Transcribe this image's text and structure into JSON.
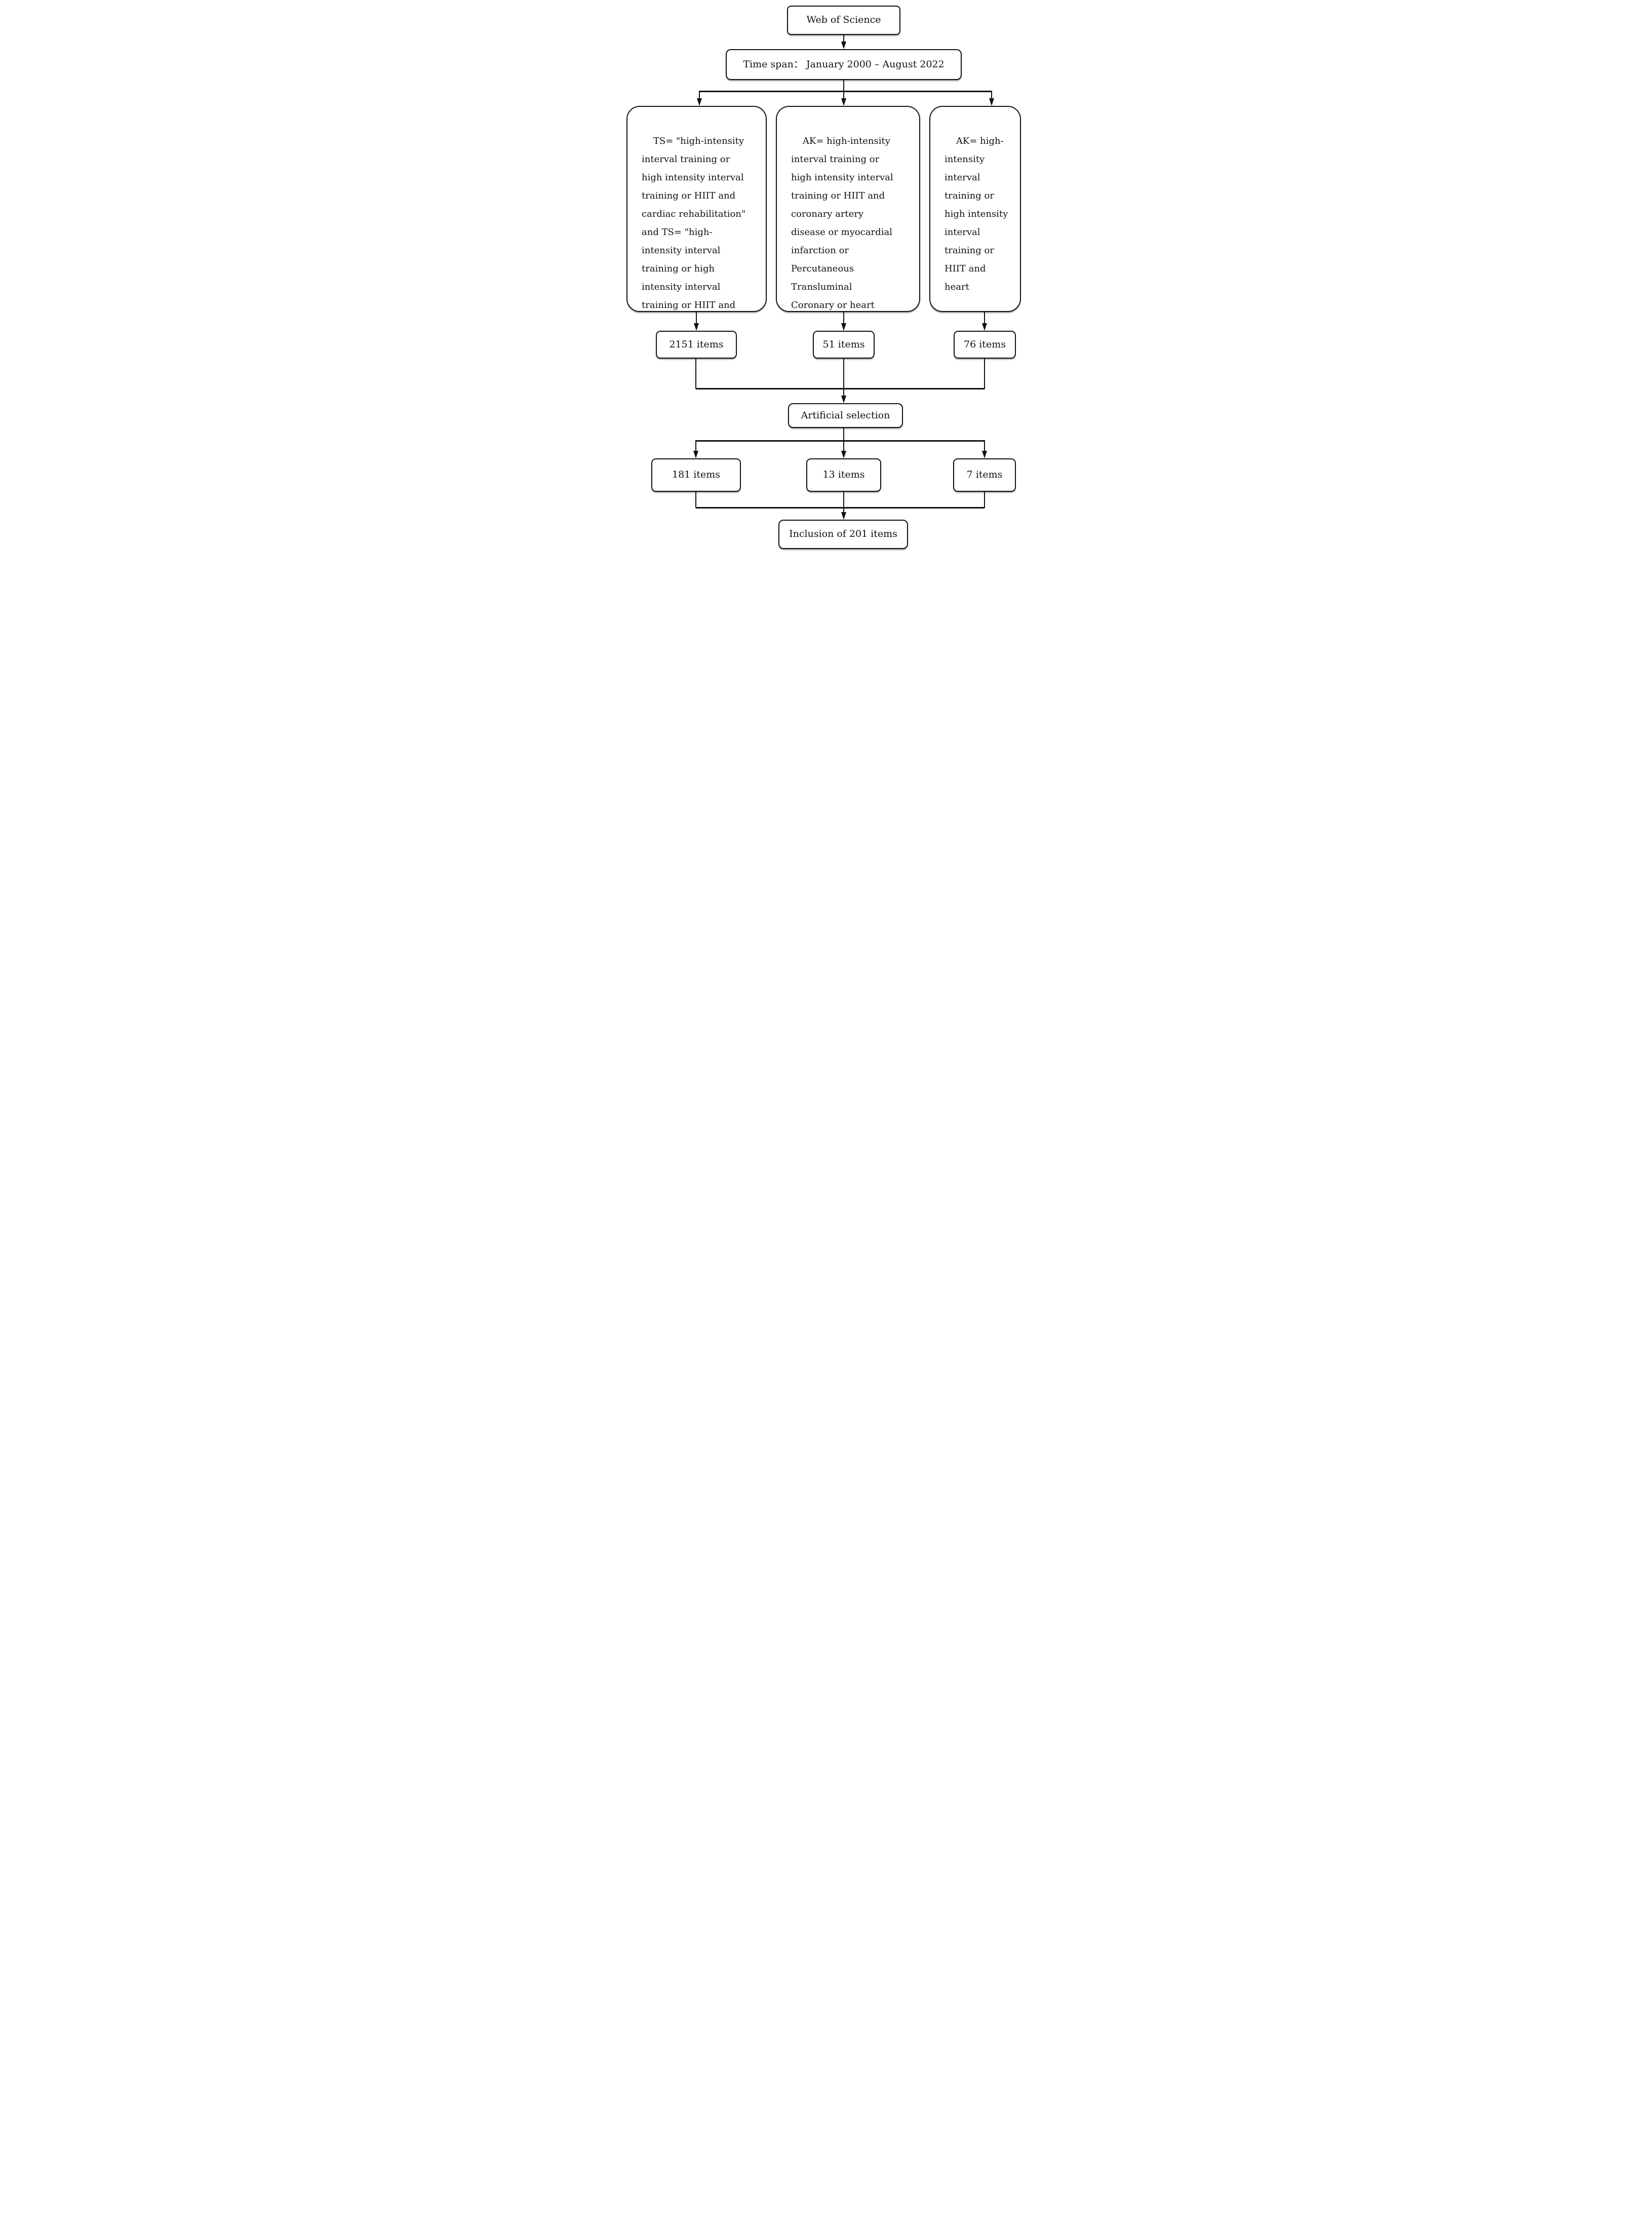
{
  "figure": {
    "source": "Web of Science",
    "timespan": "Time span： January 2000 – August 2022",
    "queries": {
      "ts": "TS= \"high-intensity\ninterval training or\nhigh intensity interval\ntraining or HIIT and\ncardiac rehabilitation\"\nand TS= \"high-\nintensity interval\ntraining or high\nintensity interval\ntraining or HIIT and",
      "ak_coronary": "AK= high-intensity\ninterval training or\nhigh intensity interval\ntraining or HIIT and\ncoronary artery\ndisease or myocardial\ninfarction or\nPercutaneous\nTransluminal\nCoronary or heart",
      "ak_heart": "AK= high-\nintensity\ninterval\ntraining or\nhigh intensity\ninterval\ntraining or\nHIIT and\nheart"
    },
    "counts_initial": [
      "2151 items",
      "51 items",
      "76 items"
    ],
    "selection": "Artificial selection",
    "counts_selected": [
      "181 items",
      "13 items",
      "7 items"
    ],
    "inclusion": "Inclusion of 201 items"
  }
}
